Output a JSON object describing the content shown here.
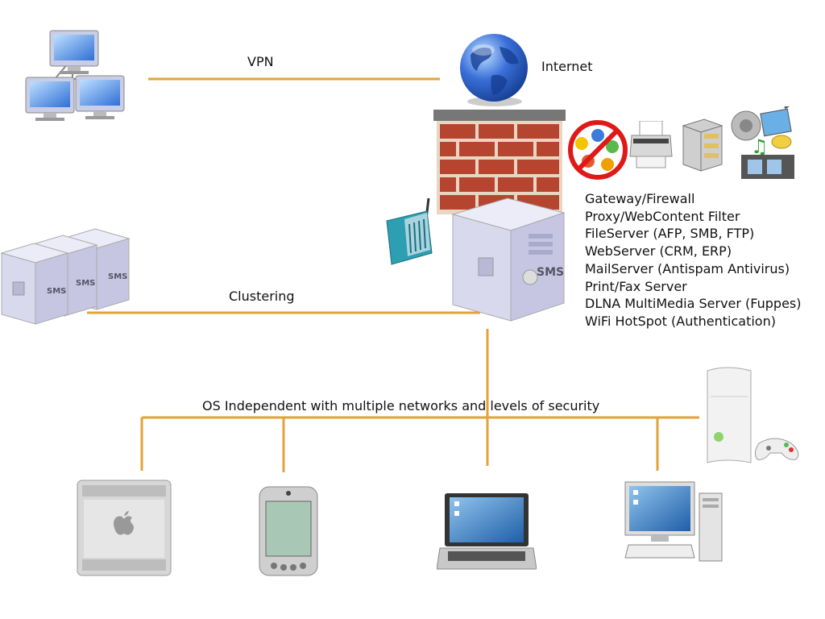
{
  "colors": {
    "link": "#E3A33A",
    "brick": "#B6452F",
    "mortar": "#E8D6C2",
    "server": "#D9D9EE",
    "globe": "#3A6FD8"
  },
  "links": {
    "vpn": "VPN",
    "internet": "Internet",
    "clustering": "Clustering",
    "lan": "OS Independent with multiple networks and levels of security"
  },
  "services": [
    "Gateway/Firewall",
    "Proxy/WebContent Filter",
    "FileServer (AFP, SMB, FTP)",
    "WebServer (CRM, ERP)",
    "MailServer (Antispam Antivirus)",
    "Print/Fax Server",
    "DLNA MultiMedia Server (Fuppes)",
    "WiFi HotSpot (Authentication)"
  ],
  "server_badge": "SMS",
  "icons": {
    "remote_network": "networked-computers-icon",
    "globe": "globe-icon",
    "firewall": "brick-firewall-icon",
    "router": "wifi-router-icon",
    "main_server": "sms-server-icon",
    "cluster": "server-cluster-icon",
    "no_im": "no-instant-messaging-icon",
    "printer": "printer-icon",
    "storage": "storage-drives-icon",
    "multimedia": "multimedia-icon",
    "console": "game-console-icon",
    "mac_pro": "mac-pro-icon",
    "pda": "pda-icon",
    "laptop": "laptop-icon",
    "desktop": "desktop-pc-icon"
  }
}
